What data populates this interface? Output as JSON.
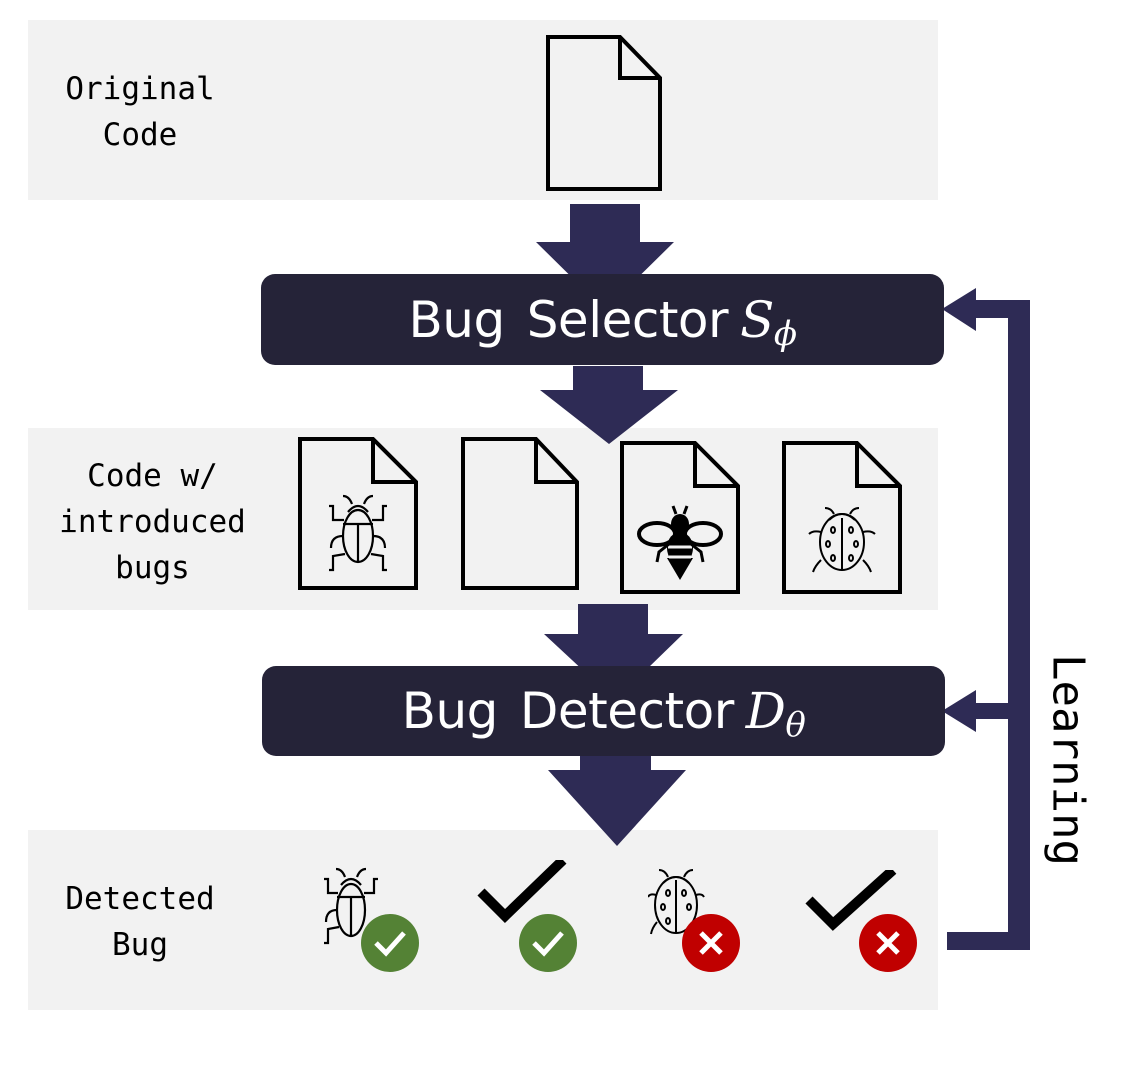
{
  "colors": {
    "panel_bg": "#f2f2f2",
    "box_bg": "#252338",
    "arrow": "#2e2b55",
    "success": "#548235",
    "failure": "#c00000"
  },
  "rows": {
    "original_code": {
      "label": "Original\nCode",
      "icons": [
        "document-icon"
      ]
    },
    "introduced_bugs": {
      "label": "Code w/\nintroduced\nbugs",
      "documents": [
        {
          "icon": "beetle-document-icon",
          "bug": "beetle"
        },
        {
          "icon": "blank-document-icon",
          "bug": "none"
        },
        {
          "icon": "bee-document-icon",
          "bug": "bee"
        },
        {
          "icon": "ladybug-document-icon",
          "bug": "ladybug"
        }
      ]
    },
    "detected_bug": {
      "label": "Detected\nBug",
      "results": [
        {
          "prediction": "beetle",
          "status": "correct"
        },
        {
          "prediction": "no-bug",
          "status": "correct"
        },
        {
          "prediction": "ladybug",
          "status": "incorrect"
        },
        {
          "prediction": "no-bug",
          "status": "incorrect"
        }
      ]
    }
  },
  "selector": {
    "text": "Bug",
    "text2": "Selector",
    "symbol": "S",
    "subscript": "ϕ"
  },
  "detector": {
    "text": "Bug",
    "text2": "Detector",
    "symbol": "D",
    "subscript": "θ"
  },
  "feedback": {
    "label": "Learning"
  }
}
